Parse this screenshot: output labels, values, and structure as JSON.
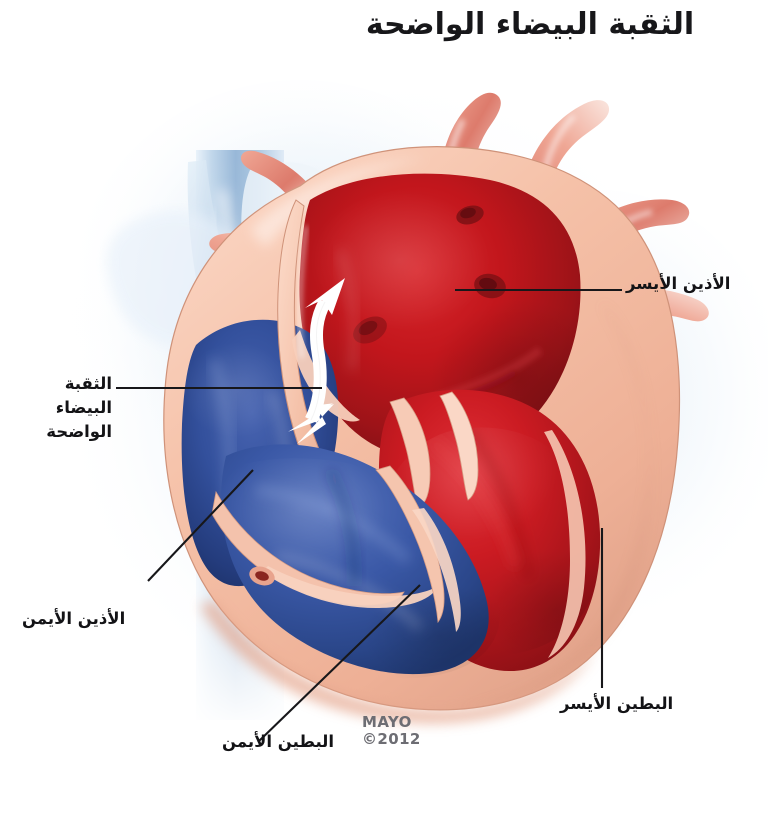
{
  "title": "الثقبة البيضاء الواضحة",
  "credit": {
    "line1": "MAYO",
    "line2": "©2012"
  },
  "labels": {
    "left_atrium": "الأذين الأيسر",
    "pfo_line1": "الثقبة",
    "pfo_line2": "البيضاء",
    "pfo_line3": "الواضحة",
    "right_atrium": "الأذين الأيمن",
    "right_ventricle": "البطين الأيمن",
    "left_ventricle": "البطين الأيسر"
  },
  "colors": {
    "background": "#ffffff",
    "haze_blue": "#cfe0f0",
    "oxygenated_blood": "#c7161d",
    "oxygenated_blood_dark": "#8e1116",
    "deoxygenated_blood": "#2f4f9e",
    "deoxygenated_blood_dark": "#1d3570",
    "myocardium": "#f3bca4",
    "myocardium_shadow": "#dc9f87",
    "vessel_pink": "#e78f80",
    "vena_cava_teal": "#3f9d95",
    "leader_line": "#17171a",
    "arrow_white": "#ffffff",
    "title_text": "#17171a",
    "credit_text": "#6d6d73"
  },
  "illustration": {
    "type": "medical-anatomical-cross-section",
    "subject": "heart four-chamber cross section showing patent foramen ovale",
    "structures": [
      "left atrium",
      "right atrium",
      "left ventricle",
      "right ventricle",
      "interatrial septum",
      "patent foramen ovale",
      "pulmonary veins",
      "superior vena cava",
      "inferior vena cava",
      "mitral valve leaflets",
      "tricuspid valve leaflets",
      "papillary muscles"
    ],
    "flow_arrow": {
      "name": "bidirectional-shunt-arrow",
      "description": "white double-headed curved arrow through the patent foramen ovale between right and left atrium"
    }
  }
}
